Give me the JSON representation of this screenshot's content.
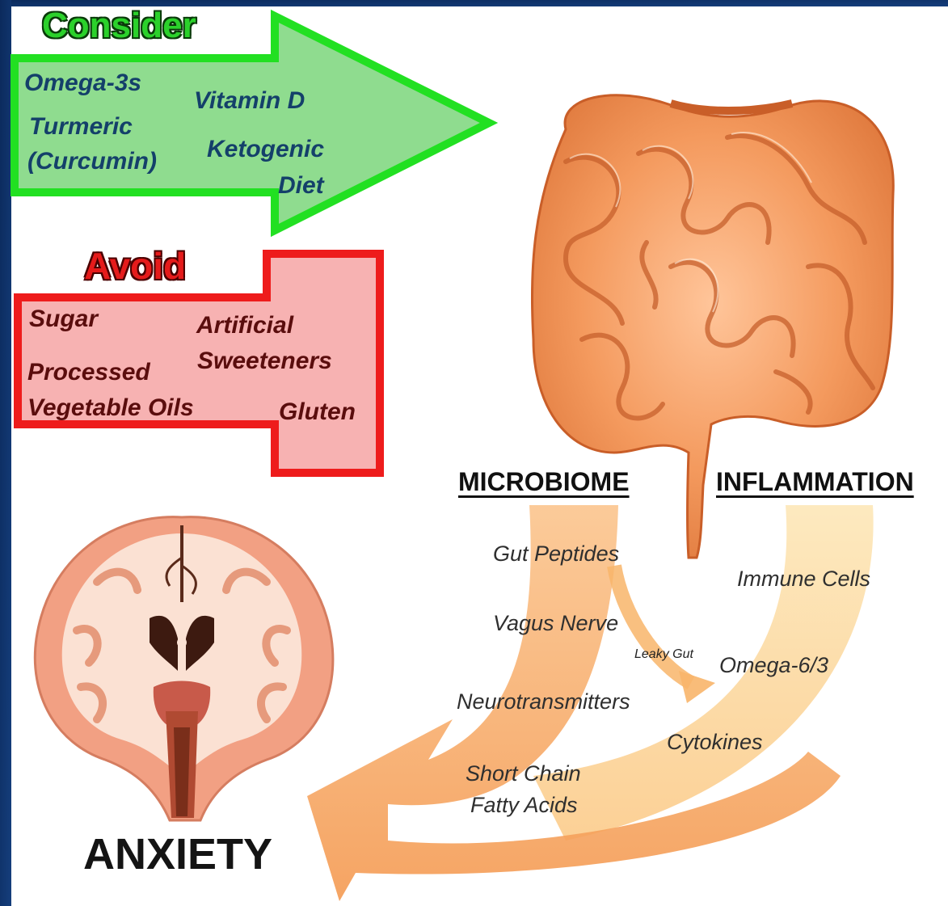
{
  "consider": {
    "title": "Consider",
    "items": [
      "Omega-3s",
      "Vitamin D",
      "Turmeric",
      "(Curcumin)",
      "Ketogenic",
      "Diet"
    ]
  },
  "avoid": {
    "title": "Avoid",
    "items": [
      "Sugar",
      "Artificial",
      "Sweeteners",
      "Processed",
      "Vegetable Oils",
      "Gluten"
    ]
  },
  "pathways": {
    "microbiome": {
      "title": "MICROBIOME",
      "items": [
        "Gut Peptides",
        "Vagus Nerve",
        "Neurotransmitters",
        "Short Chain",
        "Fatty Acids"
      ]
    },
    "inflammation": {
      "title": "INFLAMMATION",
      "items": [
        "Immune Cells",
        "Omega-6/3",
        "Cytokines"
      ]
    },
    "leaky_gut": "Leaky Gut"
  },
  "outcome": "ANXIETY",
  "colors": {
    "background_edge": "#0b2a5c",
    "consider_fill": "#8fdc8f",
    "consider_stroke": "#22e022",
    "avoid_fill": "#f7b2b2",
    "avoid_stroke": "#ee1c1c",
    "arrow_orange": "#f6a868",
    "arrow_cream": "#fcd79c"
  },
  "icons": [
    "intestine-illustration",
    "brain-coronal-section-illustration"
  ]
}
